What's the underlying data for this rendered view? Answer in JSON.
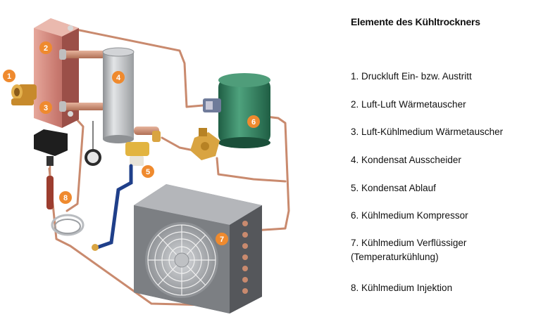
{
  "title": "Elemente des Kühltrockners",
  "legend": [
    {
      "number": "1",
      "text": "1. Druckluft Ein- bzw. Austritt"
    },
    {
      "number": "2",
      "text": "2. Luft-Luft Wärmetauscher"
    },
    {
      "number": "3",
      "text": "3. Luft-Kühlmedium Wärmetauscher"
    },
    {
      "number": "4",
      "text": "4. Kondensat Ausscheider"
    },
    {
      "number": "5",
      "text": "5. Kondensat Ablauf"
    },
    {
      "number": "6",
      "text": "6. Kühlmedium Kompressor"
    },
    {
      "number": "7",
      "line1": "7. Kühlmedium Verflüssiger",
      "line2": "(Temperaturkühlung)"
    },
    {
      "number": "8",
      "text": "8. Kühlmedium Injektion"
    }
  ],
  "colors": {
    "badge": "#ef8a2e",
    "pipe": "#c98a6e",
    "heat_exchanger": "#c4706a",
    "compressor": "#2f7a5a",
    "condenser": "#6d6f73",
    "separator": "#b9bcc0",
    "brass": "#d9a441"
  }
}
